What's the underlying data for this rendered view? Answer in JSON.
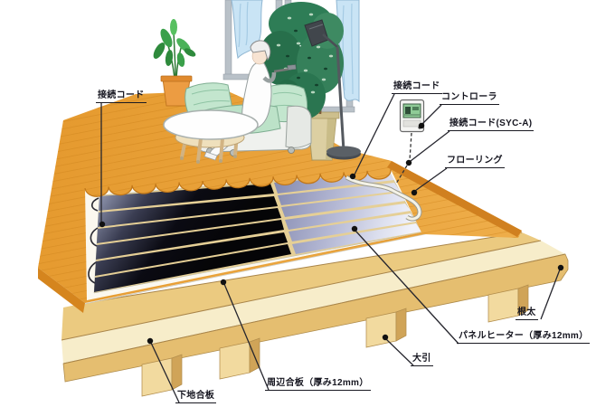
{
  "diagram": {
    "labels": {
      "connection_cord_left": "接続コード",
      "connection_cord_right": "接続コード",
      "controller": "コントローラ",
      "connection_cord_syc_a": "接続コード(SYC-A)",
      "flooring": "フローリング",
      "joist": "根太",
      "panel_heater": "パネルヒーター（厚み12mm）",
      "sleeper_beam": "大引",
      "perimeter_plywood": "周辺合板（厚み12mm）",
      "base_plywood": "下地合板"
    },
    "parts_colors": {
      "flooring_orange": "#EAA63F",
      "flooring_edge": "#D0801F",
      "perimeter_plywood_tan": "#EBCA80",
      "base_plywood_cream": "#F7EDCA",
      "joist_wood": "#E5BE70",
      "heater_panel_dark": "#0B0B13",
      "heater_panel_light": "#DDE0EF",
      "underlay_white": "#FBF8EF",
      "sofa_mint": "#C3E6CE",
      "plant_green": "#2E7D56",
      "curtain_blue": "#C9E4F5",
      "controller_screen_green": "#8FCB96",
      "label_text": "#15151F"
    }
  }
}
